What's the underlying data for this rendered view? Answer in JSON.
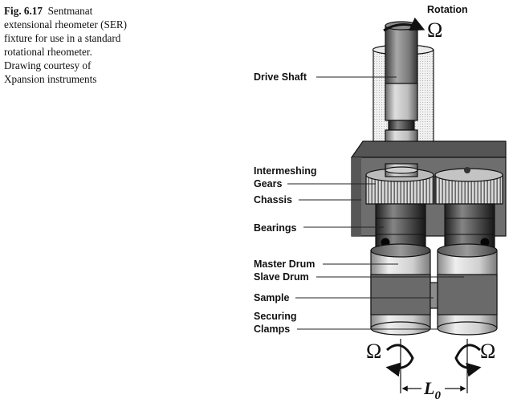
{
  "caption": {
    "label": "Fig. 6.17",
    "lines": [
      "Sentmanat",
      "extensional rheometer (SER)",
      "fixture for use in a standard",
      "rotational rheometer.",
      "Drawing courtesy of",
      "Xpansion instruments"
    ]
  },
  "labels": {
    "rotation": "Rotation",
    "drive_shaft": "Drive Shaft",
    "intermeshing": "Intermeshing",
    "gears": "Gears",
    "chassis": "Chassis",
    "bearings": "Bearings",
    "master_drum": "Master Drum",
    "slave_drum": "Slave Drum",
    "sample": "Sample",
    "securing": "Securing",
    "clamps": "Clamps"
  },
  "symbols": {
    "omega": "Ω",
    "l0_main": "L",
    "l0_sub": "0"
  }
}
